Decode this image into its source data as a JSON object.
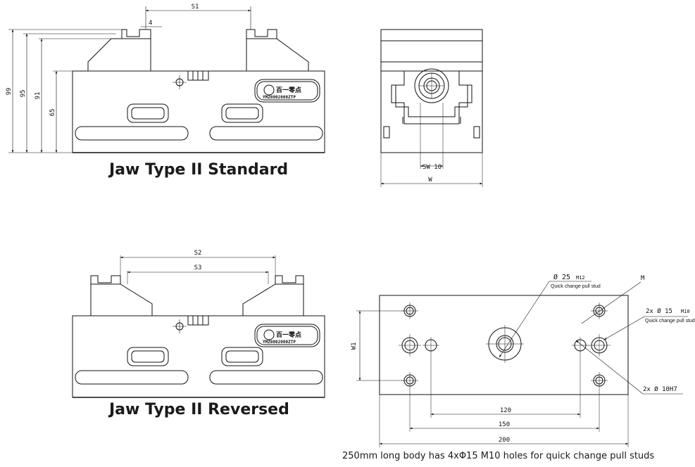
{
  "captions": {
    "standard": "Jaw Type II Standard",
    "reversed": "Jaw Type II Reversed",
    "footnote": "250mm long body has 4xΦ15 M10 holes for quick change pull studs"
  },
  "standard_view": {
    "dims": {
      "s1": "S1",
      "gap": "4",
      "h99": "99",
      "h95": "95",
      "h91": "91",
      "h65": "65"
    },
    "plate": {
      "brand": "百一零点",
      "model": "YMZ0802000ZTP"
    }
  },
  "end_view": {
    "dims": {
      "w": "W",
      "sw": "SW 16"
    }
  },
  "reversed_view": {
    "dims": {
      "s2": "S2",
      "s3": "S3"
    },
    "plate": {
      "brand": "百一零点",
      "model": "YMZ0802000ZTP"
    }
  },
  "top_view": {
    "labels": {
      "d25": "Ø 25",
      "m12": "M12",
      "stud1": "Quick change pull stud",
      "m": "M",
      "d15": "2x  Ø 15",
      "m10": "M10",
      "stud2": "Quick change pull stud",
      "h7": "2x  Ø  10H7",
      "w1": "W1",
      "d120": "120",
      "d150": "150",
      "d200": "200"
    }
  }
}
